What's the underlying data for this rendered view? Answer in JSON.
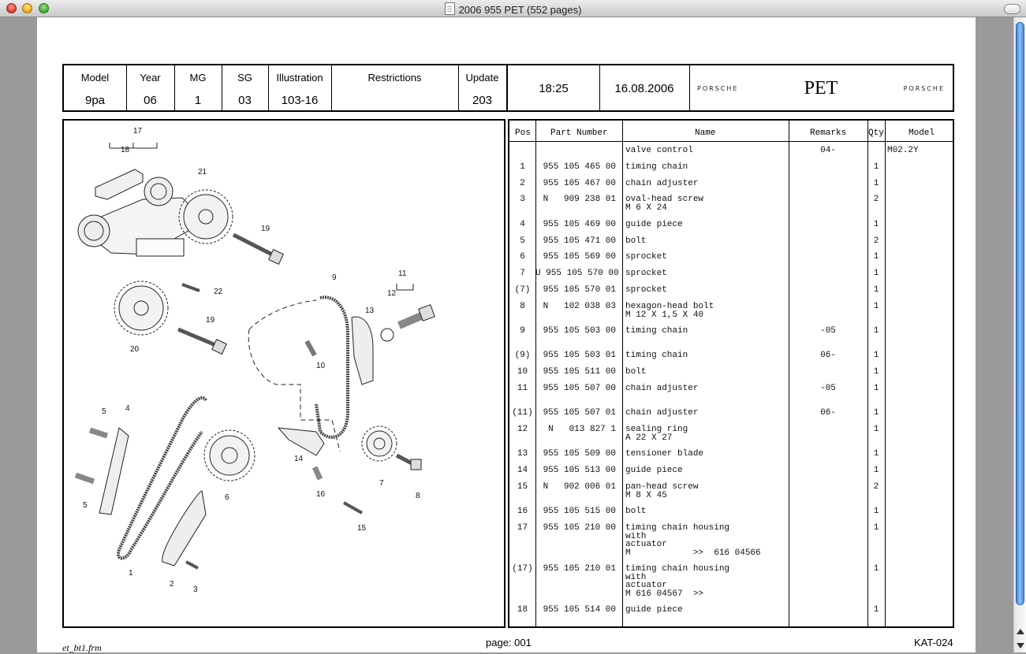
{
  "window": {
    "title": "2006 955 PET (552 pages)"
  },
  "header": {
    "cells": [
      {
        "label": "Model",
        "value": "9pa"
      },
      {
        "label": "Year",
        "value": "06"
      },
      {
        "label": "MG",
        "value": "1"
      },
      {
        "label": "SG",
        "value": "03"
      },
      {
        "label": "Illustration",
        "value": "103-16"
      },
      {
        "label": "Restrictions",
        "value": ""
      },
      {
        "label": "Update",
        "value": "203"
      }
    ],
    "time": "18:25",
    "date": "16.08.2006",
    "brand_left": "PORSCHE",
    "brand_center": "PET",
    "brand_right": "PORSCHE"
  },
  "table": {
    "headers": {
      "pos": "Pos",
      "part": "Part Number",
      "name": "Name",
      "remarks": "Remarks",
      "qty": "Qty",
      "model": "Model"
    },
    "rows": [
      {
        "pos": "",
        "part": "",
        "name": "valve control",
        "remarks": "04-",
        "qty": "",
        "model": "M02.2Y"
      },
      {
        "pos": "1",
        "part": "955 105 465 00",
        "name": "timing chain",
        "remarks": "",
        "qty": "1",
        "model": ""
      },
      {
        "pos": "2",
        "part": "955 105 467 00",
        "name": "chain adjuster",
        "remarks": "",
        "qty": "1",
        "model": ""
      },
      {
        "pos": "3",
        "part": "N   909 238 01",
        "name": "oval-head screw\nM 6 X 24",
        "remarks": "",
        "qty": "2",
        "model": ""
      },
      {
        "pos": "4",
        "part": "955 105 469 00",
        "name": "guide piece",
        "remarks": "",
        "qty": "1",
        "model": ""
      },
      {
        "pos": "5",
        "part": "955 105 471 00",
        "name": "bolt",
        "remarks": "",
        "qty": "2",
        "model": ""
      },
      {
        "pos": "6",
        "part": "955 105 569 00",
        "name": "sprocket",
        "remarks": "",
        "qty": "1",
        "model": ""
      },
      {
        "pos": "7",
        "part": "U 955 105 570 00",
        "name": "sprocket",
        "remarks": "",
        "qty": "1",
        "model": ""
      },
      {
        "pos": "(7)",
        "part": "955 105 570 01",
        "name": "sprocket",
        "remarks": "",
        "qty": "1",
        "model": ""
      },
      {
        "pos": "8",
        "part": "N   102 038 03",
        "name": "hexagon-head bolt\nM 12 X 1,5 X 40",
        "remarks": "",
        "qty": "1",
        "model": ""
      },
      {
        "pos": "9",
        "part": "955 105 503 00",
        "name": "timing chain",
        "remarks": "-05",
        "qty": "1",
        "model": ""
      },
      {
        "pos": "(9)",
        "part": "955 105 503 01",
        "name": "timing chain",
        "remarks": "06-",
        "qty": "1",
        "model": ""
      },
      {
        "pos": "10",
        "part": "955 105 511 00",
        "name": "bolt",
        "remarks": "",
        "qty": "1",
        "model": ""
      },
      {
        "pos": "11",
        "part": "955 105 507 00",
        "name": "chain adjuster",
        "remarks": "-05",
        "qty": "1",
        "model": ""
      },
      {
        "pos": "(11)",
        "part": "955 105 507 01",
        "name": "chain adjuster",
        "remarks": "06-",
        "qty": "1",
        "model": ""
      },
      {
        "pos": "12",
        "part": "N   013 827 1",
        "name": "sealing ring\nA 22 X 27",
        "remarks": "",
        "qty": "1",
        "model": ""
      },
      {
        "pos": "13",
        "part": "955 105 509 00",
        "name": "tensioner blade",
        "remarks": "",
        "qty": "1",
        "model": ""
      },
      {
        "pos": "14",
        "part": "955 105 513 00",
        "name": "guide piece",
        "remarks": "",
        "qty": "1",
        "model": ""
      },
      {
        "pos": "15",
        "part": "N   902 006 01",
        "name": "pan-head screw\nM 8 X 45",
        "remarks": "",
        "qty": "2",
        "model": ""
      },
      {
        "pos": "16",
        "part": "955 105 515 00",
        "name": "bolt",
        "remarks": "",
        "qty": "1",
        "model": ""
      },
      {
        "pos": "17",
        "part": "955 105 210 00",
        "name": "timing chain housing\nwith\nactuator\nM            >>  616 04566",
        "remarks": "",
        "qty": "1",
        "model": ""
      },
      {
        "pos": "(17)",
        "part": "955 105 210 01",
        "name": "timing chain housing\nwith\nactuator\nM 616 04567  >>",
        "remarks": "",
        "qty": "1",
        "model": ""
      },
      {
        "pos": "18",
        "part": "955 105 514 00",
        "name": "guide piece",
        "remarks": "",
        "qty": "1",
        "model": ""
      }
    ]
  },
  "illustration": {
    "callouts": [
      "17",
      "18",
      "21",
      "19",
      "22",
      "20",
      "19",
      "9",
      "11",
      "12",
      "13",
      "10",
      "5",
      "4",
      "5",
      "6",
      "14",
      "16",
      "7",
      "8",
      "15",
      "1",
      "2",
      "3"
    ]
  },
  "footer": {
    "left": "et_bt1.frm",
    "center": "page: 001",
    "right": "KAT-024"
  }
}
